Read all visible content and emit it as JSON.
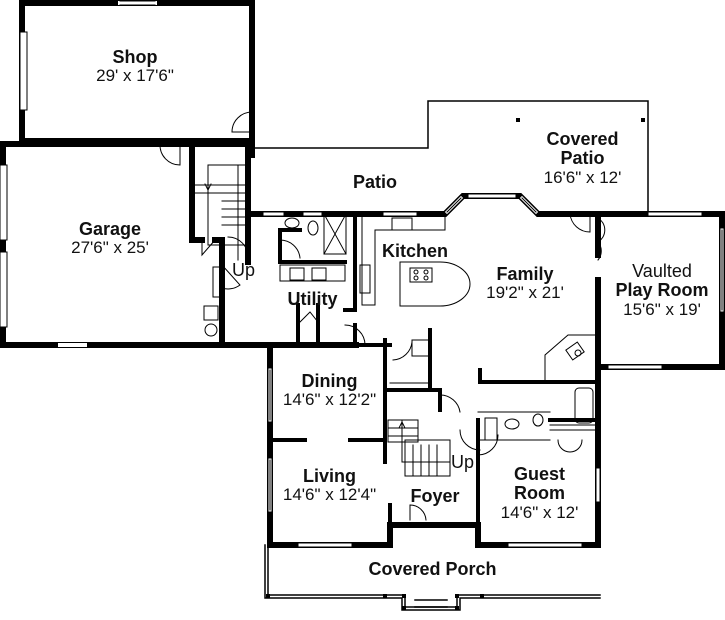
{
  "plan": {
    "rooms": [
      {
        "id": "shop",
        "name": "Shop",
        "dim": "29' x 17'6\""
      },
      {
        "id": "garage",
        "name": "Garage",
        "dim": "27'6\" x 25'"
      },
      {
        "id": "patio",
        "name": "Patio"
      },
      {
        "id": "covered_patio",
        "name": "Covered Patio",
        "line1": "Covered",
        "line2": "Patio",
        "dim": "16'6\" x 12'"
      },
      {
        "id": "kitchen",
        "name": "Kitchen"
      },
      {
        "id": "utility",
        "name": "Utility"
      },
      {
        "id": "family",
        "name": "Family",
        "dim": "19'2\" x 21'"
      },
      {
        "id": "play_room",
        "pre": "Vaulted",
        "name": "Play Room",
        "dim": "15'6\" x 19'"
      },
      {
        "id": "dining",
        "name": "Dining",
        "dim": "14'6\" x 12'2\""
      },
      {
        "id": "living",
        "name": "Living",
        "dim": "14'6\" x 12'4\""
      },
      {
        "id": "foyer",
        "name": "Foyer"
      },
      {
        "id": "guest_room",
        "line1": "Guest",
        "line2": "Room",
        "dim": "14'6\" x 12'"
      },
      {
        "id": "covered_porch",
        "name": "Covered Porch"
      }
    ],
    "stair_labels": {
      "garage_stair": "Up",
      "foyer_stair": "Up"
    },
    "colors": {
      "wall": "#000000",
      "background": "#ffffff",
      "window": "#888888"
    }
  }
}
